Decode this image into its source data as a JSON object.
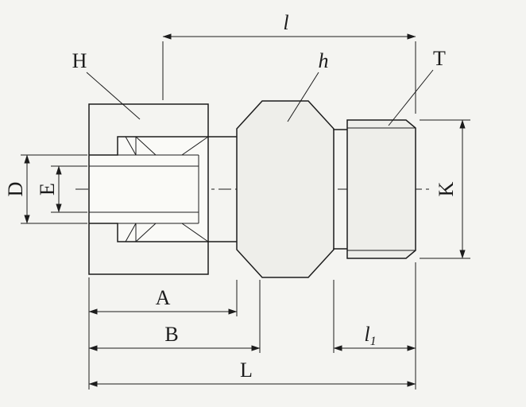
{
  "meta": {
    "title": "Tube fitting male connector dimensional drawing",
    "drawing_type": "engineering-section-view"
  },
  "colors": {
    "background": "#f4f4f1",
    "line": "#1c1c1c"
  },
  "labels": {
    "l": "l",
    "H": "H",
    "h": "h",
    "T": "T",
    "D": "D",
    "E": "E",
    "K": "K",
    "A": "A",
    "B": "B",
    "l1": "l",
    "l1sub": "1",
    "L": "L"
  }
}
